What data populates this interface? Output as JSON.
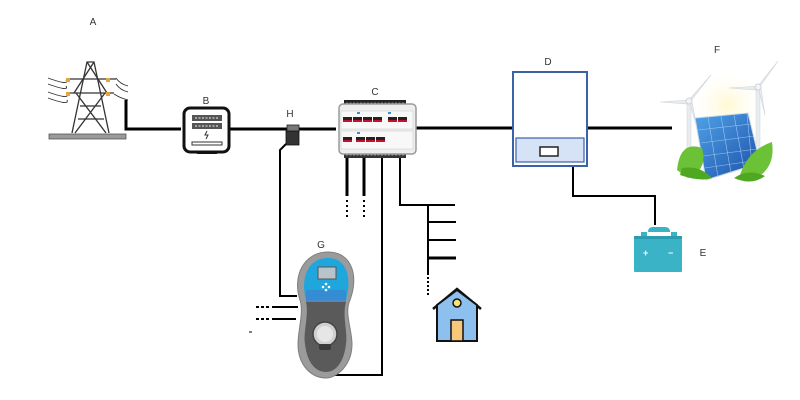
{
  "diagram": {
    "type": "energy-system-schematic",
    "components": [
      {
        "id": "A",
        "label": "A",
        "icon": "transmission-tower-icon",
        "description": "Power grid transmission tower"
      },
      {
        "id": "B",
        "label": "B",
        "icon": "electric-meter-icon",
        "description": "Electricity meter"
      },
      {
        "id": "H",
        "label": "H",
        "icon": "current-sensor-icon",
        "description": "Current clamp sensor"
      },
      {
        "id": "C",
        "label": "C",
        "icon": "distribution-board-icon",
        "description": "Distribution board with breakers"
      },
      {
        "id": "D",
        "label": "D",
        "icon": "inverter-icon",
        "description": "Inverter"
      },
      {
        "id": "F",
        "label": "F",
        "icon": "renewable-sources-icon",
        "description": "Solar panel and wind turbines"
      },
      {
        "id": "E",
        "label": "E",
        "icon": "battery-icon",
        "description": "Battery storage"
      },
      {
        "id": "G",
        "label": "G",
        "icon": "ev-charger-icon",
        "description": "EV wall charger"
      },
      {
        "id": "house",
        "label": "",
        "icon": "house-icon",
        "description": "Household loads"
      }
    ],
    "connections": [
      [
        "A",
        "B"
      ],
      [
        "B",
        "H"
      ],
      [
        "H",
        "C"
      ],
      [
        "C",
        "D"
      ],
      [
        "D",
        "F"
      ],
      [
        "D",
        "E"
      ],
      [
        "H",
        "G"
      ],
      [
        "C",
        "G"
      ],
      [
        "C",
        "house"
      ]
    ],
    "colors": {
      "line": "#000000",
      "inverter_border": "#3a62a8",
      "inverter_panel": "#d6e2f5",
      "battery": "#3bb3c7",
      "charger_screen": "#1fa6dc",
      "house_wall": "#8ec0ef",
      "house_door": "#f8c87a",
      "tower_insulator": "#e8a33a",
      "leaf_green": "#6cc236",
      "solar_blue": "#2a6fc9"
    }
  }
}
